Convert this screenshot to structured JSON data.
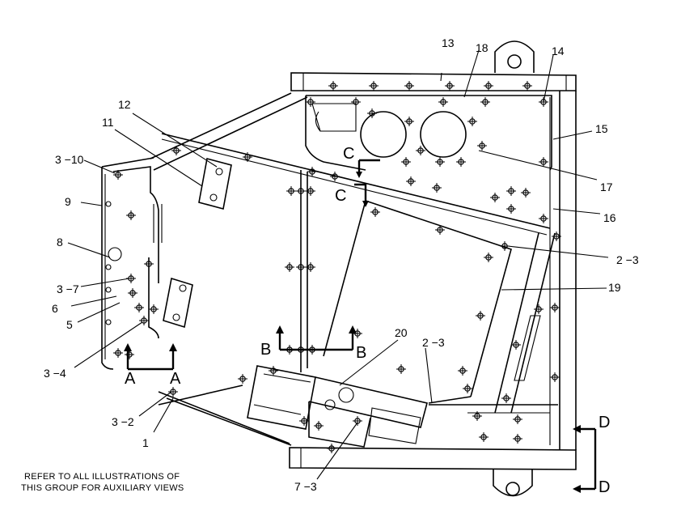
{
  "callouts": {
    "c13": "13",
    "c18": "18",
    "c14": "14",
    "c15": "15",
    "c17": "17",
    "c16": "16",
    "c2_3a": "2 −3",
    "c19": "19",
    "c20": "20",
    "c2_3b": "2 −3",
    "c12": "12",
    "c11": "11",
    "c3_10": "3 −10",
    "c9": "9",
    "c8": "8",
    "c3_7": "3 −7",
    "c6": "6",
    "c5": "5",
    "c3_4": "3 −4",
    "c3_2": "3 −2",
    "c1": "1",
    "c7_3": "7 −3"
  },
  "views": {
    "a_left": "A",
    "a_right": "A",
    "b_left": "B",
    "b_right": "B",
    "c_top": "C",
    "c_left": "C",
    "d_top": "D",
    "d_bottom": "D"
  },
  "note": {
    "line1": "REFER TO ALL ILLUSTRATIONS OF",
    "line2": "THIS GROUP FOR AUXILIARY VIEWS"
  }
}
